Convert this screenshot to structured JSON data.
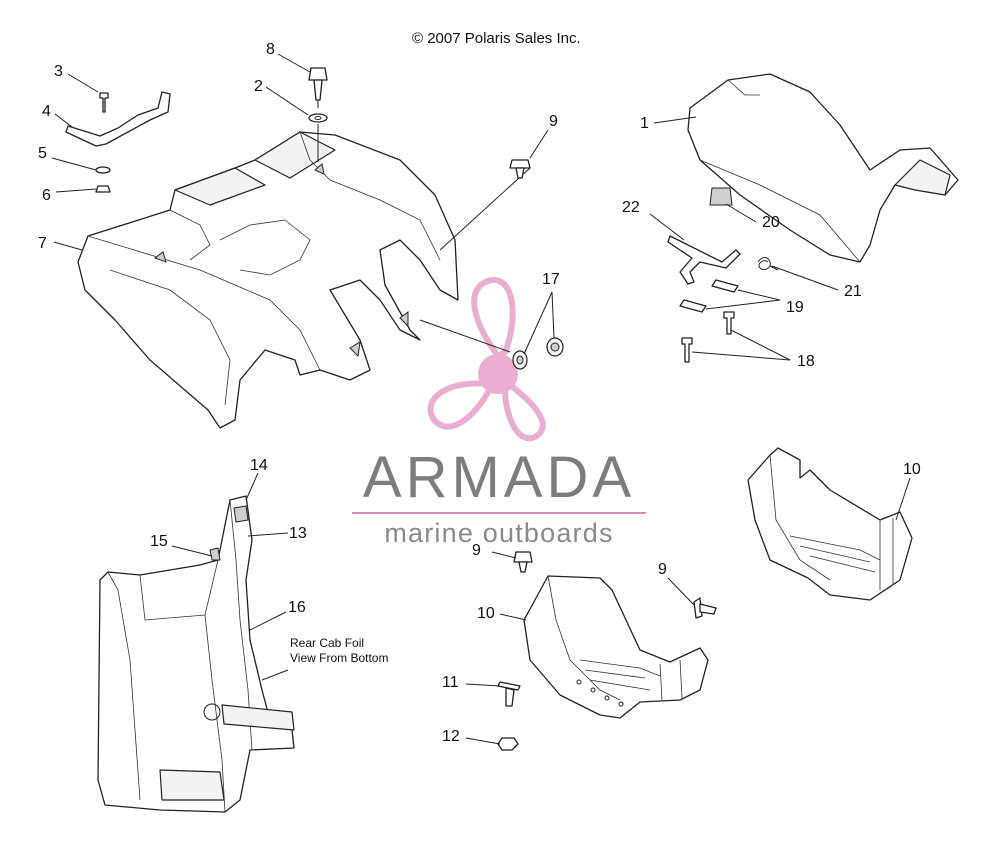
{
  "copyright": "© 2007 Polaris Sales Inc.",
  "note": {
    "line1": "Rear Cab Foil",
    "line2": "View From Bottom"
  },
  "watermark": {
    "name": "ARMADA",
    "tagline": "marine outboards",
    "accent_color": "#e8a6cf",
    "text_color": "#7d7d7d"
  },
  "callouts": [
    "1",
    "2",
    "3",
    "4",
    "5",
    "6",
    "7",
    "8",
    "9",
    "9",
    "9",
    "10",
    "10",
    "11",
    "12",
    "13",
    "14",
    "15",
    "16",
    "17",
    "18",
    "19",
    "20",
    "21",
    "22"
  ]
}
